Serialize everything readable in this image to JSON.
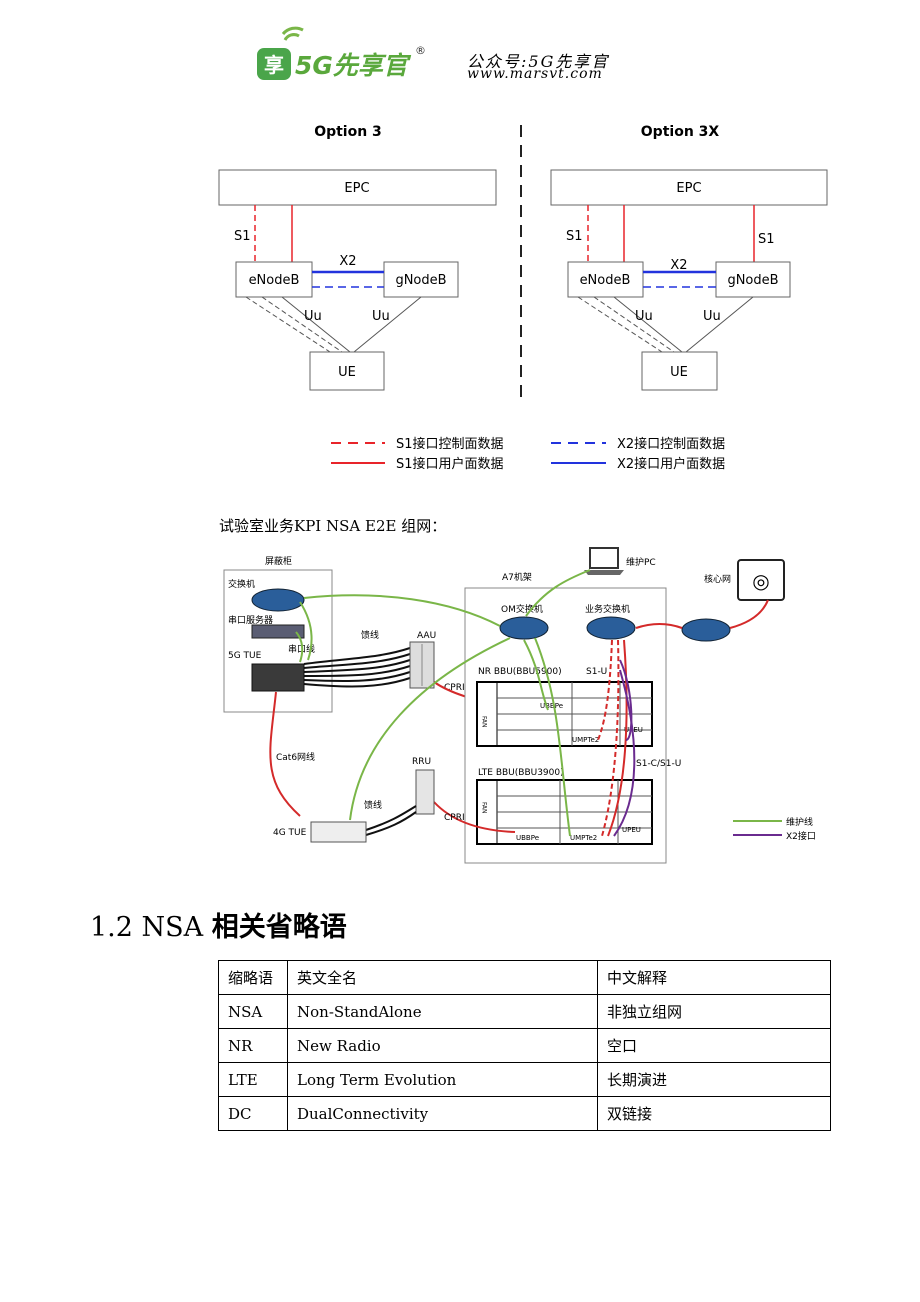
{
  "header": {
    "logo_glyph": "享",
    "logo_text": "5G先享官",
    "logo_mark": "®",
    "slogan": "公众号:5G先享官",
    "url": "www.marsvt.com"
  },
  "option_diagram": {
    "left": {
      "title": "Option 3",
      "epc": "EPC",
      "s1": "S1",
      "x2": "X2",
      "enodeb": "eNodeB",
      "gnodeb": "gNodeB",
      "uu_left": "Uu",
      "uu_right": "Uu",
      "ue": "UE"
    },
    "right": {
      "title": "Option 3X",
      "epc": "EPC",
      "s1_left": "S1",
      "s1_right": "S1",
      "x2": "X2",
      "enodeb": "eNodeB",
      "gnodeb": "gNodeB",
      "uu_left": "Uu",
      "uu_right": "Uu",
      "ue": "UE"
    },
    "legend": {
      "s1_control": "S1接口控制面数据",
      "s1_user": "S1接口用户面数据",
      "x2_control": "X2接口控制面数据",
      "x2_user": "X2接口用户面数据"
    },
    "colors": {
      "s1": "#e8242a",
      "x2": "#2233dd"
    }
  },
  "caption": "试验室业务KPI NSA E2E 组网：",
  "network_diagram": {
    "shield_cabinet": "屏蔽柜",
    "switch": "交换机",
    "serial_server": "串口服务器",
    "tue_5g": "5G TUE",
    "serial_line": "串口线",
    "feeder_top": "馈线",
    "aau": "AAU",
    "cpri_top": "CPRI",
    "a7_rack": "A7机架",
    "maint_pc": "维护PC",
    "core_net": "核心网",
    "om_switch": "OM交换机",
    "biz_switch": "业务交换机",
    "s1u": "S1-U",
    "nr_bbu": "NR BBU(BBU5900)",
    "ubbpe_top": "UBBPe",
    "umpte2_top": "UMPTe2",
    "upeu_top": "UPEU",
    "fan_top": "FAN",
    "s1c_s1u": "S1-C/S1-U",
    "lte_bbu": "LTE BBU(BBU3900)",
    "ubbpe_bot": "UBBPe",
    "umpte2_bot": "UMPTe2",
    "upeu_bot": "UPEU",
    "fan_bot": "FAN",
    "cat6": "Cat6网线",
    "rru": "RRU",
    "feeder_bot": "馈线",
    "cpri_bot": "CPRI",
    "tue_4g": "4G TUE",
    "legend_maint": "维护线",
    "legend_x2": "X2接口",
    "colors": {
      "maint": "#7ab648",
      "x2": "#6a2b8f",
      "red": "#d42a2a"
    }
  },
  "section": {
    "number": "1.2",
    "title_latin": "NSA",
    "title_cn": "相关省略语"
  },
  "table": {
    "headers": [
      "缩略语",
      "英文全名",
      "中文解释"
    ],
    "rows": [
      [
        "NSA",
        "Non-StandAlone",
        "非独立组网"
      ],
      [
        "NR",
        "New Radio",
        "空口"
      ],
      [
        "LTE",
        "Long Term Evolution",
        "长期演进"
      ],
      [
        "DC",
        "DualConnectivity",
        "双链接"
      ]
    ]
  }
}
